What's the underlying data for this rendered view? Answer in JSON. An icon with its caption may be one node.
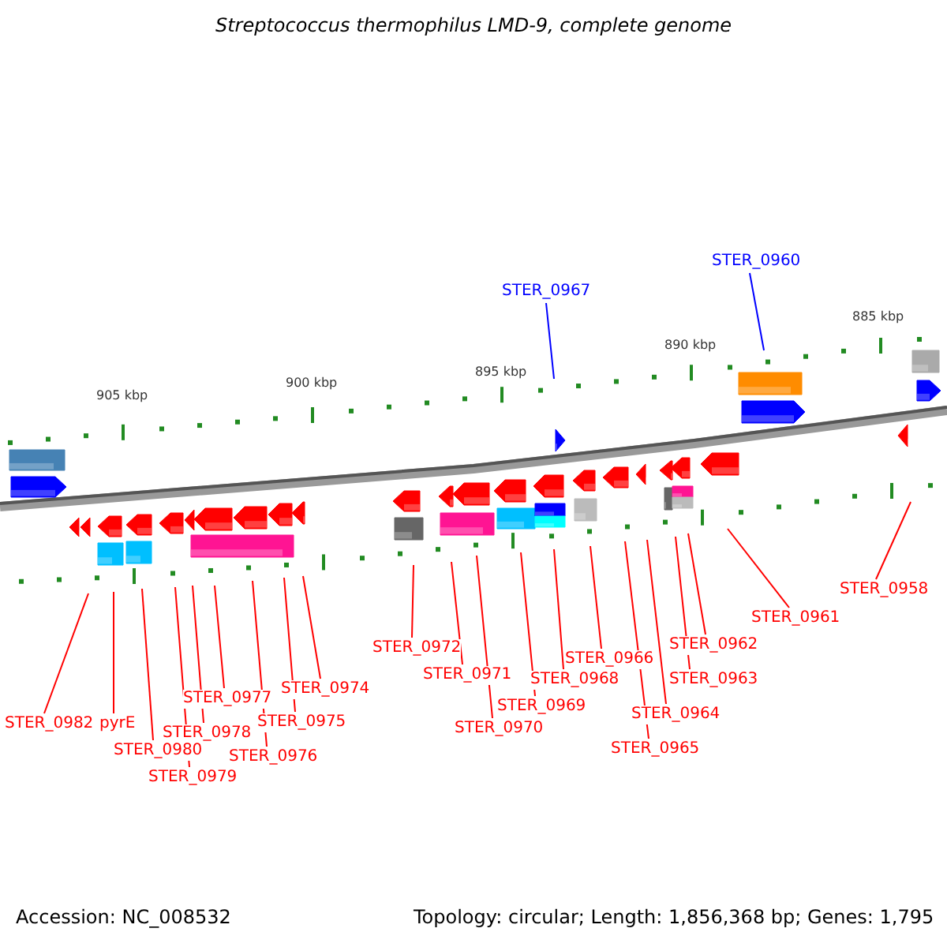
{
  "diagram": {
    "title": "Streptococcus thermophilus LMD-9, complete genome",
    "nodes": [
      {
        "text": [
          "STER_0967"
        ]
      },
      {
        "text": [
          "STER_0960"
        ]
      },
      {
        "text": [
          "STER_0958"
        ]
      },
      {
        "text": [
          "STER_0961"
        ]
      },
      {
        "text": [
          "STER_0962"
        ]
      },
      {
        "text": [
          "STER_0963"
        ]
      },
      {
        "text": [
          "STER_0966"
        ]
      },
      {
        "text": [
          "STER_0964"
        ]
      },
      {
        "text": [
          "STER_0965"
        ]
      },
      {
        "text": [
          "STER_0968"
        ]
      },
      {
        "text": [
          "STER_0969"
        ]
      },
      {
        "text": [
          "STER_0970"
        ]
      },
      {
        "text": [
          "STER_0971"
        ]
      },
      {
        "text": [
          "STER_0972"
        ]
      },
      {
        "text": [
          "STER_0974"
        ]
      },
      {
        "text": [
          "STER_0975"
        ]
      },
      {
        "text": [
          "STER_0976"
        ]
      },
      {
        "text": [
          "STER_0977"
        ]
      },
      {
        "text": [
          "STER_0978"
        ]
      },
      {
        "text": [
          "STER_0979"
        ]
      },
      {
        "text": [
          "STER_0980"
        ]
      },
      {
        "text": [
          "STER_0982"
        ]
      },
      {
        "text": [
          "pyrE"
        ]
      }
    ],
    "edges": [
      {
        "from": 0,
        "to": null,
        "arrow": "none",
        "color": "#0000ff"
      },
      {
        "from": 1,
        "to": null,
        "arrow": "none",
        "color": "#0000ff"
      },
      {
        "from": 2,
        "to": null,
        "arrow": "none"
      },
      {
        "from": 3,
        "to": null,
        "arrow": "none"
      },
      {
        "from": 4,
        "to": null,
        "arrow": "none"
      },
      {
        "from": 5,
        "to": null,
        "arrow": "none"
      },
      {
        "from": 6,
        "to": null,
        "arrow": "none"
      },
      {
        "from": 7,
        "to": null,
        "arrow": "none"
      },
      {
        "from": 8,
        "to": null,
        "arrow": "none"
      },
      {
        "from": 9,
        "to": null,
        "arrow": "none"
      },
      {
        "from": 10,
        "to": null,
        "arrow": "none"
      },
      {
        "from": 11,
        "to": null,
        "arrow": "none"
      },
      {
        "from": 12,
        "to": null,
        "arrow": "none"
      },
      {
        "from": 13,
        "to": null,
        "arrow": "none"
      },
      {
        "from": 14,
        "to": null,
        "arrow": "none"
      },
      {
        "from": 15,
        "to": null,
        "arrow": "none"
      },
      {
        "from": 16,
        "to": null,
        "arrow": "none"
      },
      {
        "from": 17,
        "to": null,
        "arrow": "none"
      },
      {
        "from": 18,
        "to": null,
        "arrow": "none"
      },
      {
        "from": 19,
        "to": null,
        "arrow": "none"
      },
      {
        "from": 20,
        "to": null,
        "arrow": "none"
      },
      {
        "from": 21,
        "to": null,
        "arrow": "none"
      },
      {
        "from": 22,
        "to": null,
        "arrow": "none"
      }
    ],
    "labels": [
      "905 kbp",
      "900 kbp",
      "895 kbp",
      "890 kbp",
      "885 kbp",
      "Accession: NC_008532",
      "Topology: circular; Length: 1,856,368 bp; Genes: 1,795"
    ]
  }
}
